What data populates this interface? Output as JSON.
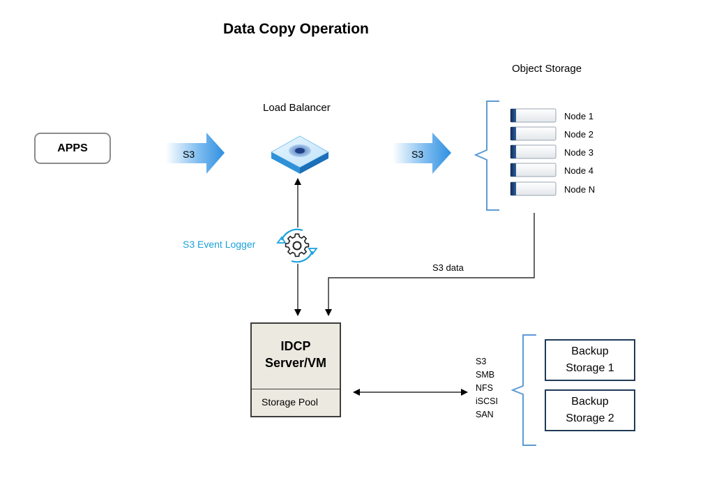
{
  "title": "Data Copy Operation",
  "apps": {
    "label": "APPS"
  },
  "arrows": {
    "apps_to_lb": "S3",
    "lb_to_storage": "S3"
  },
  "load_balancer": {
    "label": "Load Balancer"
  },
  "object_storage": {
    "label": "Object Storage",
    "nodes": [
      "Node 1",
      "Node 2",
      "Node 3",
      "Node 4",
      "Node N"
    ]
  },
  "event_logger": {
    "label": "S3 Event Logger"
  },
  "s3_data_label": "S3 data",
  "server": {
    "title_line1": "IDCP",
    "title_line2": "Server/VM",
    "pool": "Storage Pool"
  },
  "protocols": [
    "S3",
    "SMB",
    "NFS",
    "iSCSI",
    "SAN"
  ],
  "backup": [
    {
      "line1": "Backup",
      "line2": "Storage 1"
    },
    {
      "line1": "Backup",
      "line2": "Storage 2"
    }
  ],
  "colors": {
    "accent": "#1aa1db",
    "arrow_blue": "#2f8fe0",
    "server_bg": "#eceae0",
    "node_dark": "#1d3f6e"
  }
}
